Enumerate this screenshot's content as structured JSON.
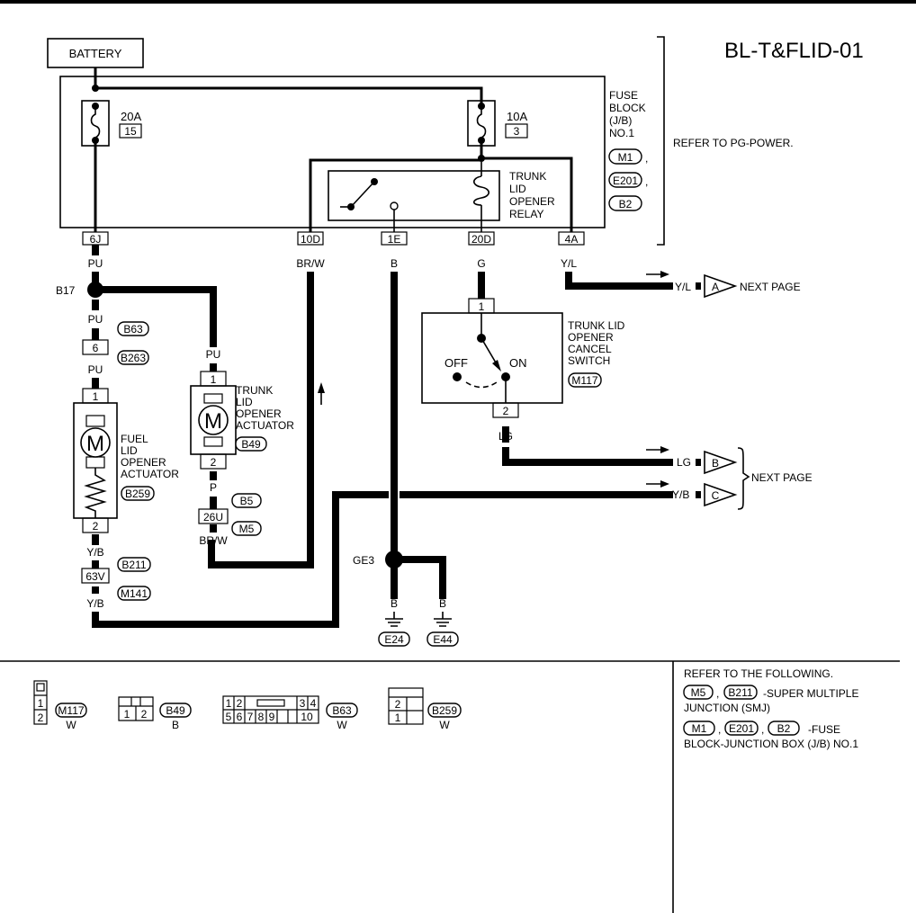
{
  "title": "BL-T&FLID-01",
  "battery": "BATTERY",
  "fuse_block": {
    "lines": [
      "FUSE",
      "BLOCK",
      "(J/B)",
      "NO.1"
    ],
    "refer": "REFER TO PG-POWER.",
    "connectors": [
      "M1",
      "E201",
      "B2"
    ],
    "fuse_left": {
      "amp": "20A",
      "num": "15"
    },
    "fuse_right": {
      "amp": "10A",
      "num": "3"
    },
    "relay_lines": [
      "TRUNK",
      "LID",
      "OPENER",
      "RELAY"
    ],
    "terminals": [
      "6J",
      "10D",
      "1E",
      "20D",
      "4A"
    ]
  },
  "wires": {
    "pu": "PU",
    "brw": "BR/W",
    "b": "B",
    "g": "G",
    "yl": "Y/L",
    "p": "P",
    "yb": "Y/B",
    "lg": "LG"
  },
  "splices": {
    "b17": "B17",
    "ge3": "GE3"
  },
  "connectors": {
    "b63": "B63",
    "b263": "B263",
    "b259": "B259",
    "b49": "B49",
    "b5": "B5",
    "m5": "M5",
    "b211": "B211",
    "m141": "M141",
    "m117": "M117",
    "e24": "E24",
    "e44": "E44"
  },
  "connector_pins": {
    "c6": "6",
    "c26u": "26U",
    "c63v": "63V",
    "p1": "1",
    "p2": "2"
  },
  "trunk_actuator": [
    "TRUNK",
    "LID",
    "OPENER",
    "ACTUATOR"
  ],
  "fuel_actuator": [
    "FUEL",
    "LID",
    "OPENER",
    "ACTUATOR"
  ],
  "motor": "M",
  "cancel_switch": {
    "lines": [
      "TRUNK LID",
      "OPENER",
      "CANCEL",
      "SWITCH"
    ],
    "off": "OFF",
    "on": "ON"
  },
  "next_page": {
    "label": "NEXT PAGE",
    "a": "A",
    "b": "B",
    "c": "C"
  },
  "refer_following": {
    "heading": "REFER TO THE FOLLOWING.",
    "smj_1": "-SUPER MULTIPLE",
    "smj_2": "JUNCTION (SMJ)",
    "fb_1": "-FUSE",
    "fb_2": "BLOCK-JUNCTION BOX (J/B) NO.1",
    "comma": ","
  },
  "legend": {
    "m117": {
      "code": "M117",
      "color": "W",
      "pins": [
        "1",
        "2"
      ]
    },
    "b49": {
      "code": "B49",
      "color": "B",
      "pins": [
        "1",
        "2"
      ]
    },
    "b63": {
      "code": "B63",
      "color": "W",
      "pins_top": [
        "1",
        "2",
        "3",
        "4"
      ],
      "pins_bottom": [
        "5",
        "6",
        "7",
        "8",
        "9",
        "10"
      ]
    },
    "b259": {
      "code": "B259",
      "color": "W",
      "pins": [
        "2",
        "1"
      ]
    }
  }
}
